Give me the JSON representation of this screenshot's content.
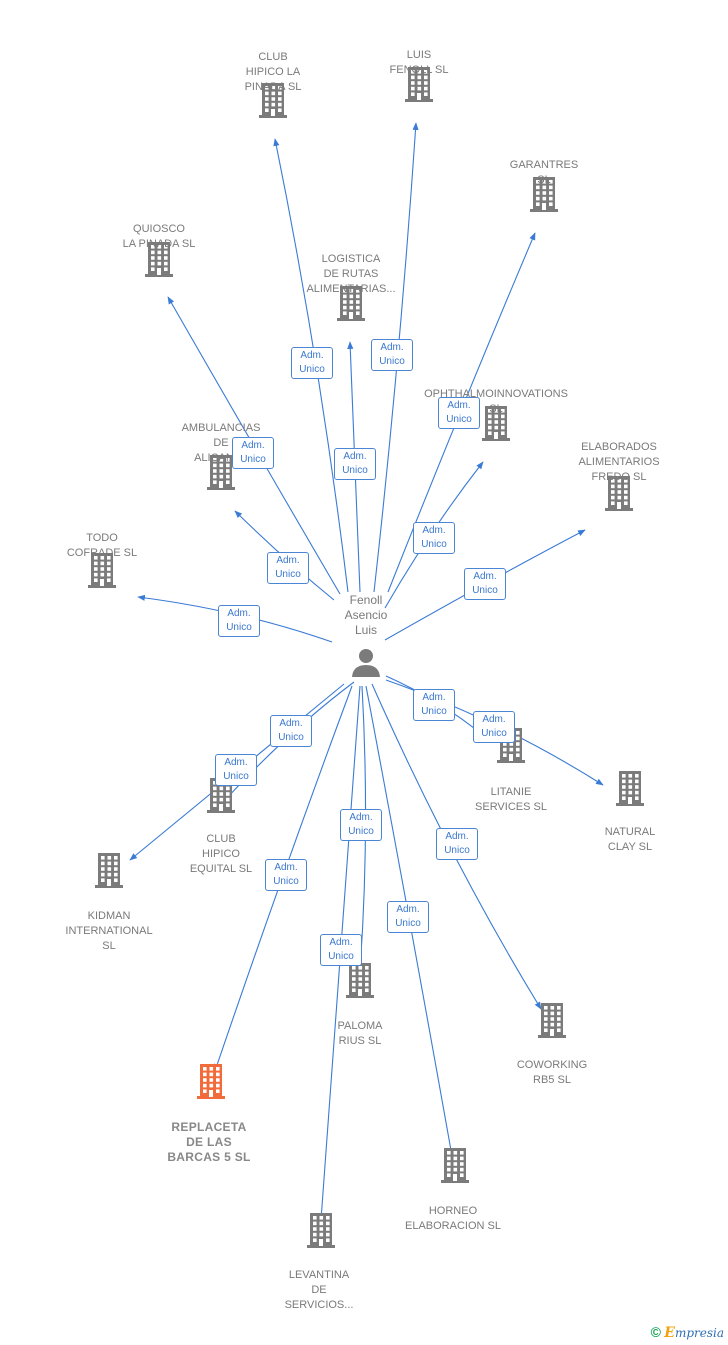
{
  "center": {
    "name": "Fenoll\nAsencio\nLuis",
    "icon": "person-icon"
  },
  "relation_label": "Adm.\nUnico",
  "colors": {
    "edge": "#3a7bd5",
    "building": "#7b7b7b",
    "highlight": "#f26b3a",
    "label": "#7a7a7a"
  },
  "companies": [
    {
      "name": "CLUB\nHIPICO LA\nPINADA  SL"
    },
    {
      "name": "LUIS\nFENOLL  SL"
    },
    {
      "name": "GARANTRES\nSL"
    },
    {
      "name": "QUIOSCO\nLA PINADA  SL"
    },
    {
      "name": "LOGISTICA\nDE RUTAS\nALIMENTARIAS..."
    },
    {
      "name": "OPHTHALMOINNOVATIONS\nSL"
    },
    {
      "name": "AMBULANCIAS\nDE\nALICANTE"
    },
    {
      "name": "ELABORADOS\nALIMENTARIOS\nFREDO SL"
    },
    {
      "name": "TODO\nCOFRADE  SL"
    },
    {
      "name": "LITANIE\nSERVICES  SL"
    },
    {
      "name": "NATURAL\nCLAY  SL"
    },
    {
      "name": "CLUB\nHIPICO\nEQUITAL SL"
    },
    {
      "name": "KIDMAN\nINTERNATIONAL\nSL"
    },
    {
      "name": "PALOMA\nRIUS  SL"
    },
    {
      "name": "COWORKING\nRB5  SL"
    },
    {
      "name": "REPLACETA\nDE LAS\nBARCAS 5  SL",
      "highlight": true
    },
    {
      "name": "HORNEO\nELABORACION SL"
    },
    {
      "name": "LEVANTINA\nDE\nSERVICIOS..."
    }
  ],
  "footer": {
    "copyright": "©",
    "brand_first": "E",
    "brand_rest": "mpresia"
  }
}
